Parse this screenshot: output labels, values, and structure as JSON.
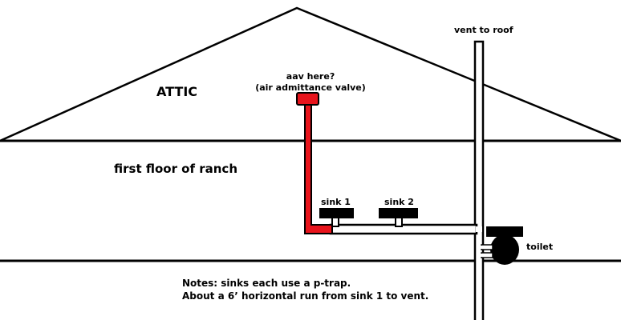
{
  "labels": {
    "attic": "ATTIC",
    "floor": "first floor of ranch",
    "vent": "vent to roof",
    "aav_line1": "aav here?",
    "aav_line2": "(air admittance valve)",
    "sink1": "sink 1",
    "sink2": "sink 2",
    "toilet": "toilet"
  },
  "notes": {
    "line1": "Notes: sinks each use a p-trap.",
    "line2": "About a 6’ horizontal run from sink 1 to vent."
  },
  "colors": {
    "line": "#000000",
    "aav_pipe": "#e8141c",
    "background": "#ffffff"
  }
}
